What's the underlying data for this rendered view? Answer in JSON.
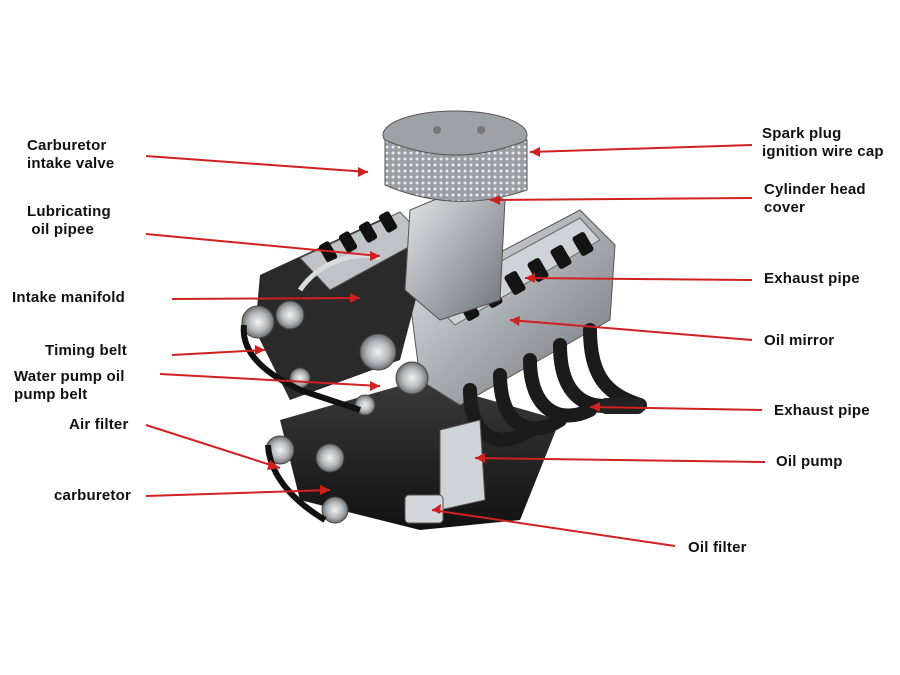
{
  "colors": {
    "leader_line": "#d0201f",
    "label_text": "#111111",
    "engine_dark": "#1c1c1c",
    "engine_metal": "#b9bcc0",
    "background": "#ffffff"
  },
  "labels_left": [
    {
      "id": "carburetor-intake-valve",
      "text": "Carburetor\nintake valve"
    },
    {
      "id": "lubricating-oil-pipee",
      "text": "Lubricating\n oil pipee"
    },
    {
      "id": "intake-manifold",
      "text": "Intake manifold"
    },
    {
      "id": "timing-belt",
      "text": "Timing belt"
    },
    {
      "id": "water-pump-oil-pump-belt",
      "text": "Water pump oil\npump belt"
    },
    {
      "id": "air-filter",
      "text": "Air filter"
    },
    {
      "id": "carburetor",
      "text": "carburetor"
    }
  ],
  "labels_right": [
    {
      "id": "spark-plug-ignition-wire-cap",
      "text": "Spark plug\nignition wire cap"
    },
    {
      "id": "cylinder-head-cover",
      "text": "Cylinder head\ncover"
    },
    {
      "id": "exhaust-pipe-upper",
      "text": "Exhaust pipe"
    },
    {
      "id": "oil-mirror",
      "text": "Oil mirror"
    },
    {
      "id": "exhaust-pipe-lower",
      "text": "Exhaust pipe"
    },
    {
      "id": "oil-pump",
      "text": "Oil pump"
    },
    {
      "id": "oil-filter",
      "text": "Oil filter"
    }
  ]
}
